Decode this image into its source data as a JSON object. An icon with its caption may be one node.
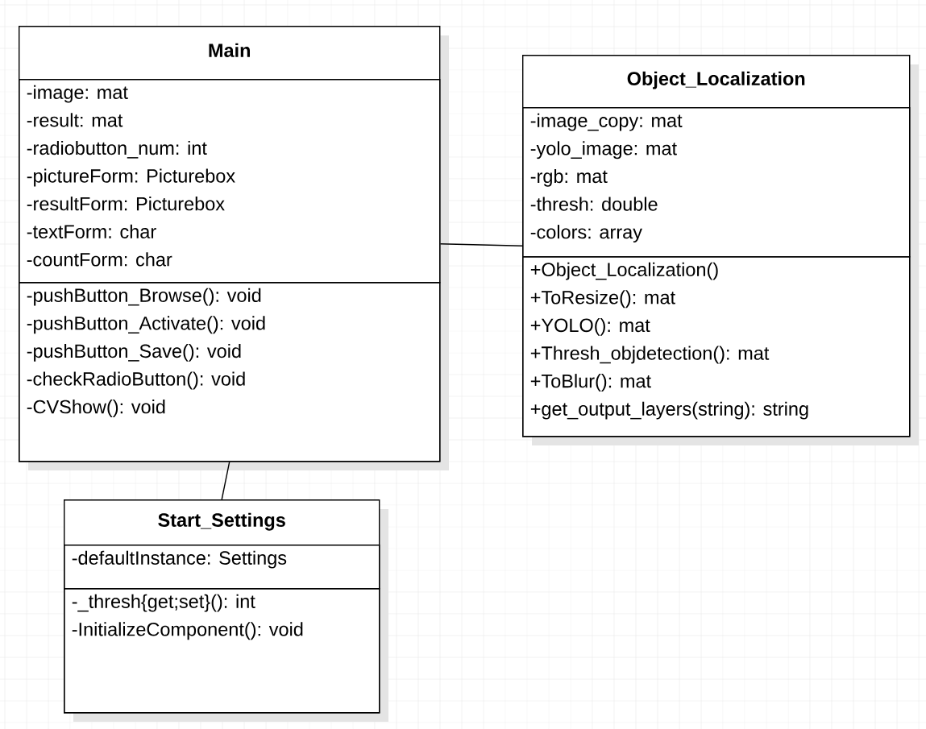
{
  "diagram": {
    "nodes": [
      {
        "text": [
          "Main"
        ]
      },
      {
        "text": [
          "-image: mat",
          "-result: mat",
          "-radiobutton_num: int",
          "-pictureForm: Picturebox",
          "-resultForm: Picturebox",
          "-textForm: char",
          "-countForm: char"
        ],
        "in": 0
      },
      {
        "text": [
          "-pushButton_Browse(): void",
          "-pushButton_Activate(): void",
          "-pushButton_Save(): void",
          "-checkRadioButton(): void",
          "-CVShow(): void"
        ],
        "in": 0
      },
      {
        "text": [
          "Object_Localization"
        ]
      },
      {
        "text": [
          "-image_copy: mat",
          "-yolo_image: mat",
          "-rgb: mat",
          "-thresh: double",
          "-colors: array"
        ],
        "in": 3
      },
      {
        "text": [
          "+Object_Localization()",
          "+ToResize(): mat",
          "+YOLO(): mat",
          "+Thresh_objdetection(): mat",
          "+ToBlur(): mat",
          "+get_output_layers(string): string"
        ],
        "in": 3
      },
      {
        "text": [
          "Start_Settings"
        ]
      },
      {
        "text": [
          "-defaultInstance: Settings"
        ],
        "in": 6
      },
      {
        "text": [
          "-_thresh{get;set}(): int",
          "-InitializeComponent(): void"
        ],
        "in": 6
      }
    ],
    "edges": [
      {
        "from": 0,
        "to": 3,
        "arrow": "none"
      },
      {
        "from": 0,
        "to": 6,
        "arrow": "none"
      }
    ]
  }
}
